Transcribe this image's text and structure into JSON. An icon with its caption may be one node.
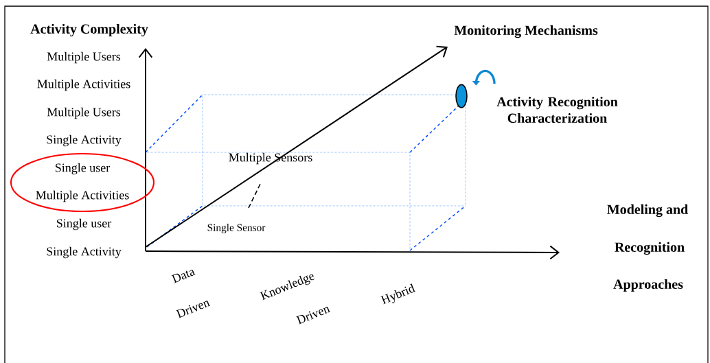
{
  "diagram": {
    "nodes": [
      {
        "text": [
          "Single user",
          "Multiple Activities"
        ]
      },
      {
        "text": [],
        "shape": "circle",
        "beside": [
          "Activity Recognition Characterization"
        ]
      }
    ],
    "labels": [
      "Activity Complexity",
      "Multiple Users",
      "Multiple Activities",
      "Multiple Users",
      "Single Activity",
      "Single user",
      "Single Activity",
      "Monitoring Mechanisms",
      "Multiple Sensors",
      "Single Sensor",
      "Modeling and",
      "Recognition",
      "Approaches",
      "Data",
      "Driven",
      "Knowledge",
      "Driven",
      "Hybrid"
    ]
  }
}
